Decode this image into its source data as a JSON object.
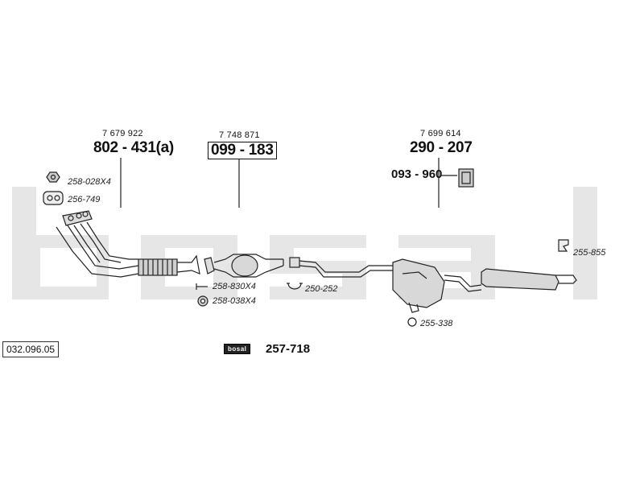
{
  "background_word": "bosal",
  "catalog_ref": "032.096.05",
  "groups": {
    "front": {
      "oe_number": "7 679 922",
      "part_number": "802 - 431(a)"
    },
    "catalyst": {
      "oe_number": "7 748 871",
      "part_number": "099 - 183"
    },
    "rear": {
      "oe_number": "7 699 614",
      "part_number": "290 - 207",
      "sub_part": "093 - 960"
    }
  },
  "accessories": {
    "nut": "258-028X4",
    "gasket": "256-749",
    "bolt": "258-830X4",
    "washer": "258-038X4",
    "clamp": "250-252",
    "rubber_ring": "255-338",
    "hanger": "255-855"
  },
  "kit": {
    "badge": "bosal",
    "part_number": "257-718"
  },
  "colors": {
    "watermark": "#e6e6e6",
    "line": "#222222",
    "part_fill": "#d8d8d8"
  }
}
